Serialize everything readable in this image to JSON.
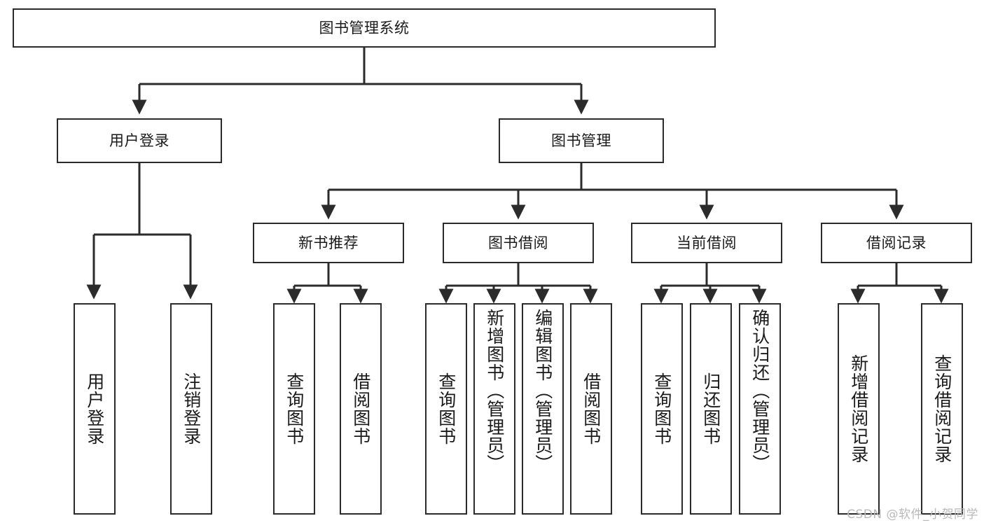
{
  "diagram": {
    "title": "图书管理系统",
    "type": "hierarchy-tree",
    "root": {
      "id": "root",
      "label": "图书管理系统"
    },
    "level2": [
      {
        "id": "user-login",
        "label": "用户登录"
      },
      {
        "id": "book-manage",
        "label": "图书管理"
      }
    ],
    "level3": [
      {
        "id": "new-book-recommend",
        "label": "新书推荐"
      },
      {
        "id": "book-borrow",
        "label": "图书借阅"
      },
      {
        "id": "current-borrow",
        "label": "当前借阅"
      },
      {
        "id": "borrow-record",
        "label": "借阅记录"
      }
    ],
    "leaves": {
      "user_login": [
        {
          "id": "leaf-user-login",
          "label": "用户登录"
        },
        {
          "id": "leaf-logout",
          "label": "注销登录"
        }
      ],
      "new_book_recommend": [
        {
          "id": "leaf-query-book-1",
          "label": "查询图书"
        },
        {
          "id": "leaf-borrow-book-1",
          "label": "借阅图书"
        }
      ],
      "book_borrow": [
        {
          "id": "leaf-query-book-2",
          "label": "查询图书"
        },
        {
          "id": "leaf-add-book",
          "label": "新增图书（管理员）"
        },
        {
          "id": "leaf-edit-book",
          "label": "编辑图书（管理员）"
        },
        {
          "id": "leaf-borrow-book-2",
          "label": "借阅图书"
        }
      ],
      "current_borrow": [
        {
          "id": "leaf-query-book-3",
          "label": "查询图书"
        },
        {
          "id": "leaf-return-book",
          "label": "归还图书"
        },
        {
          "id": "leaf-confirm-return",
          "label": "确认归还（管理员）"
        }
      ],
      "borrow_record": [
        {
          "id": "leaf-add-record",
          "label": "新增借阅记录"
        },
        {
          "id": "leaf-query-record",
          "label": "查询借阅记录"
        }
      ]
    },
    "watermark": "CSDN @软件_小贺同学",
    "colors": {
      "stroke": "#2b2b2b",
      "fill": "#ffffff",
      "text": "#1a1a1a",
      "watermark": "#b9b9b9"
    }
  }
}
